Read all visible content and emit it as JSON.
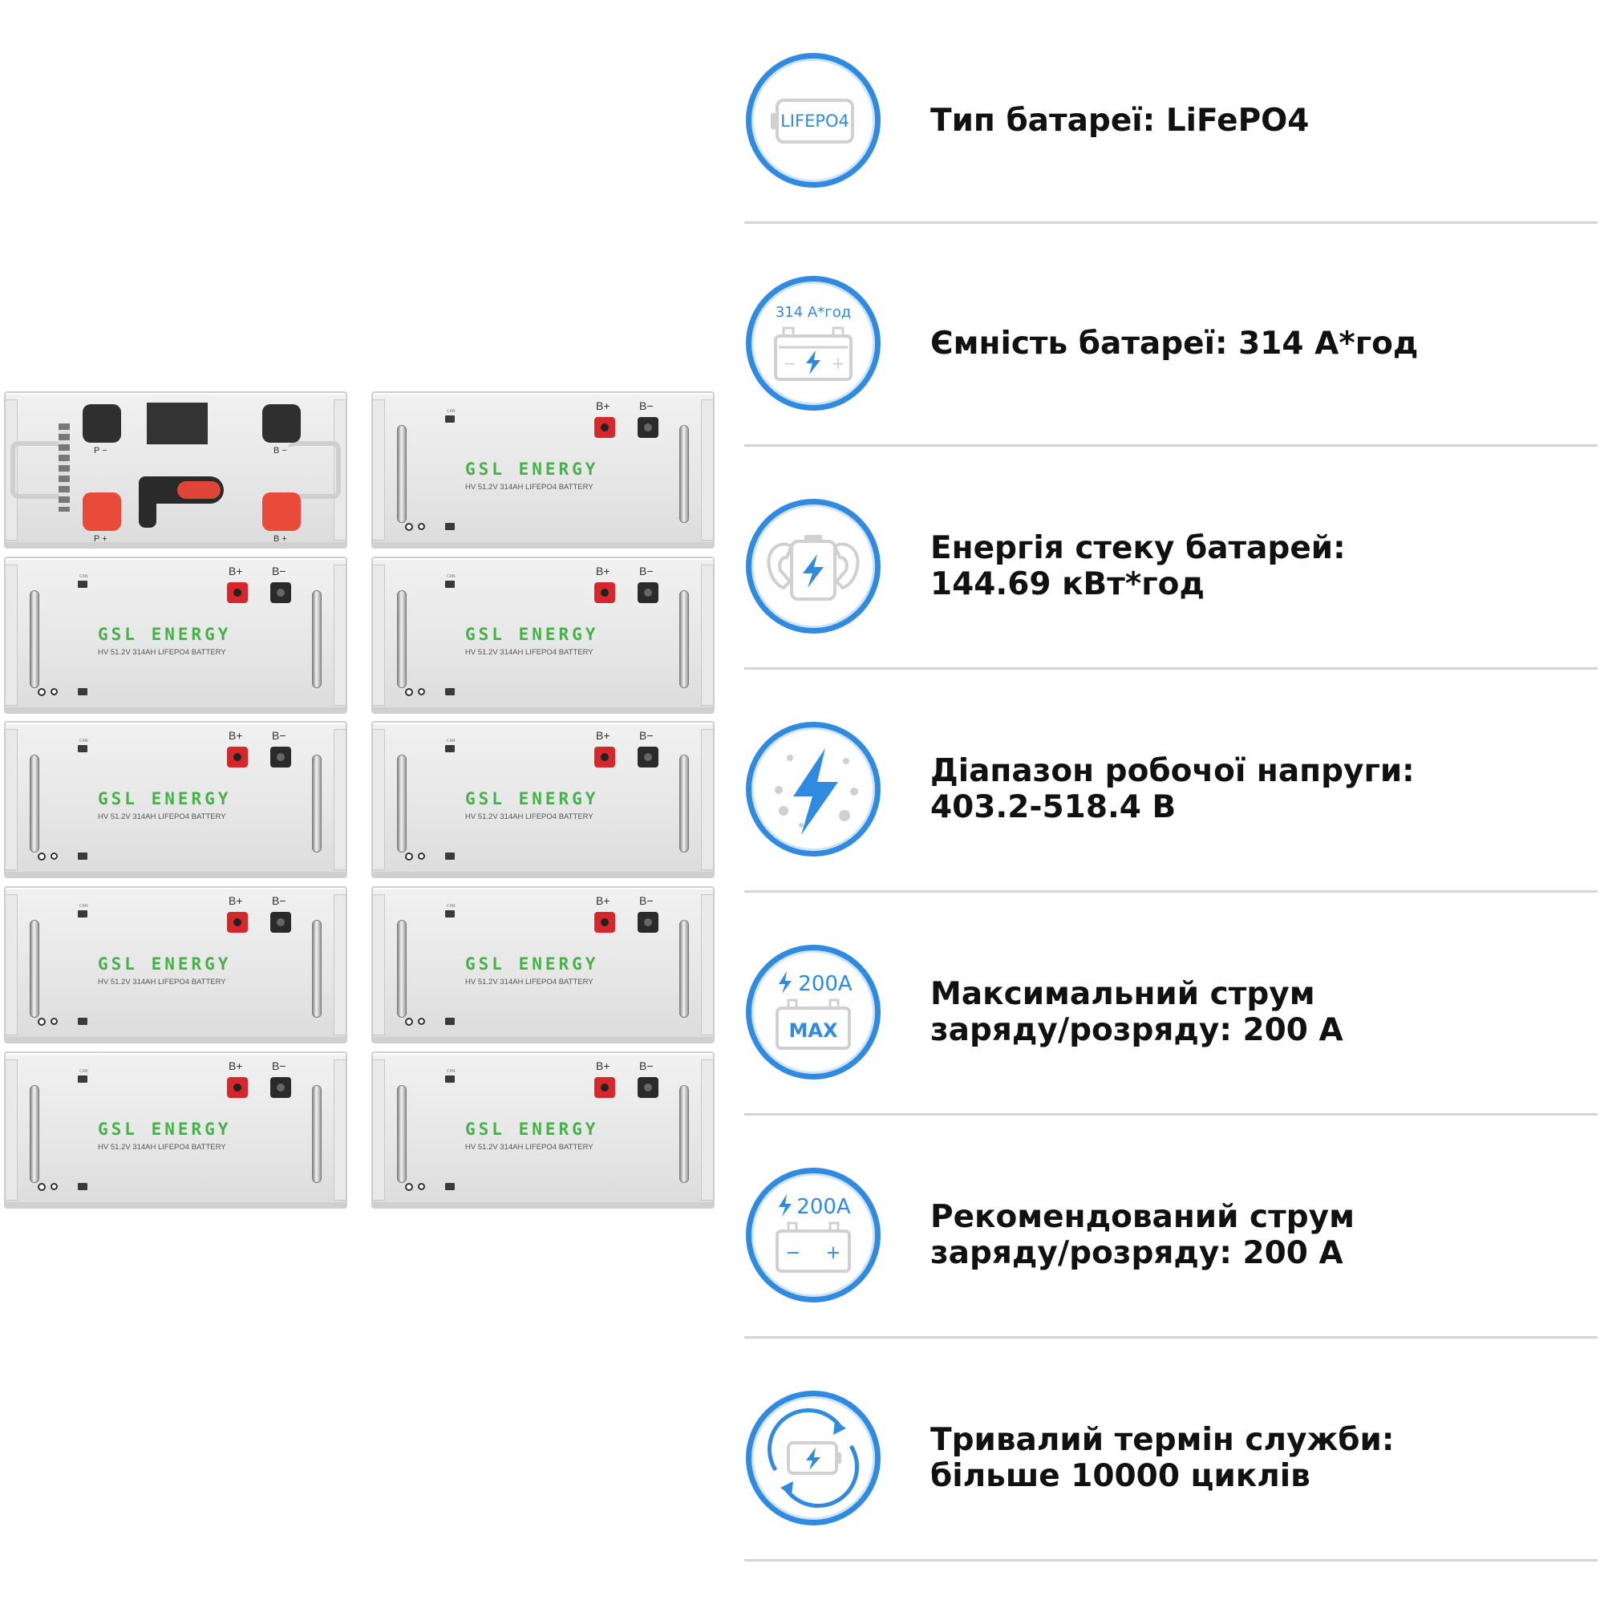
{
  "colors": {
    "accent": "#2f8ae0",
    "brand_green": "#47b04b",
    "terminal_red": "#d6282c",
    "text": "#111111",
    "divider": "#d4d4d4"
  },
  "modules": {
    "brand": "GSL ENERGY",
    "model": "HV 51.2V 314AH LIFEPO4 BATTERY",
    "pos_label": "B+",
    "neg_label": "B−",
    "port_label": "CAN"
  },
  "controller": {
    "p_neg": "P −",
    "b_neg": "B −",
    "p_pos": "P +",
    "b_pos": "B +"
  },
  "features": [
    {
      "icon": "lifepo4-battery-icon",
      "icon_text": "LIFEPO4",
      "line1": "Тип батареї: LiFePO4",
      "line2": ""
    },
    {
      "icon": "capacity-battery-icon",
      "icon_text": "314 А*год",
      "line1": "Ємність батареї: 314 А*год",
      "line2": ""
    },
    {
      "icon": "strong-battery-icon",
      "icon_text": "",
      "line1": "Енергія стеку батарей:",
      "line2": "144.69 кВт*год"
    },
    {
      "icon": "lightning-icon",
      "icon_text": "",
      "line1": "Діапазон робочої напруги:",
      "line2": "403.2-518.4 В"
    },
    {
      "icon": "max-current-icon",
      "icon_text": "200A",
      "icon_text2": "MAX",
      "line1": "Максимальний струм",
      "line2": "заряду/розряду: 200 А"
    },
    {
      "icon": "recommended-current-icon",
      "icon_text": "200A",
      "line1": "Рекомендований струм",
      "line2": "заряду/розряду: 200 А"
    },
    {
      "icon": "cycle-battery-icon",
      "icon_text": "",
      "line1": "Тривалий термін служби:",
      "line2": "більше 10000 циклів"
    }
  ]
}
